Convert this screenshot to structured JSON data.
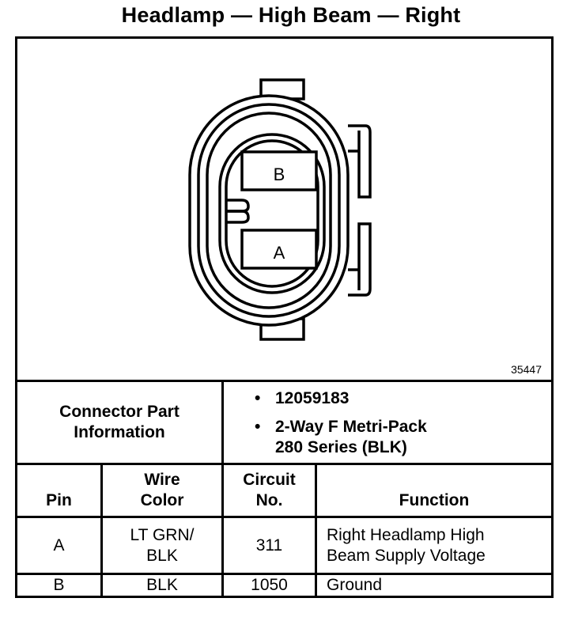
{
  "title": "Headlamp — High Beam — Right",
  "diagram": {
    "cavity_labels": [
      "B",
      "A"
    ],
    "reference_number": "35447"
  },
  "connector_info": {
    "label_line1": "Connector Part",
    "label_line2": "Information",
    "bullets": [
      {
        "symbol": "•",
        "line1": "12059183",
        "line2": ""
      },
      {
        "symbol": "•",
        "line1": "2-Way F Metri-Pack",
        "line2": "280 Series (BLK)"
      }
    ]
  },
  "table": {
    "headers": {
      "pin": "Pin",
      "wire_color_1": "Wire",
      "wire_color_2": "Color",
      "circuit_1": "Circuit",
      "circuit_2": "No.",
      "function": "Function"
    },
    "rows": [
      {
        "pin": "A",
        "wire_1": "LT GRN/",
        "wire_2": "BLK",
        "circuit": "311",
        "function_1": "Right Headlamp High",
        "function_2": "Beam Supply Voltage"
      },
      {
        "pin": "B",
        "wire_1": "BLK",
        "wire_2": "",
        "circuit": "1050",
        "function_1": "Ground",
        "function_2": ""
      }
    ]
  }
}
